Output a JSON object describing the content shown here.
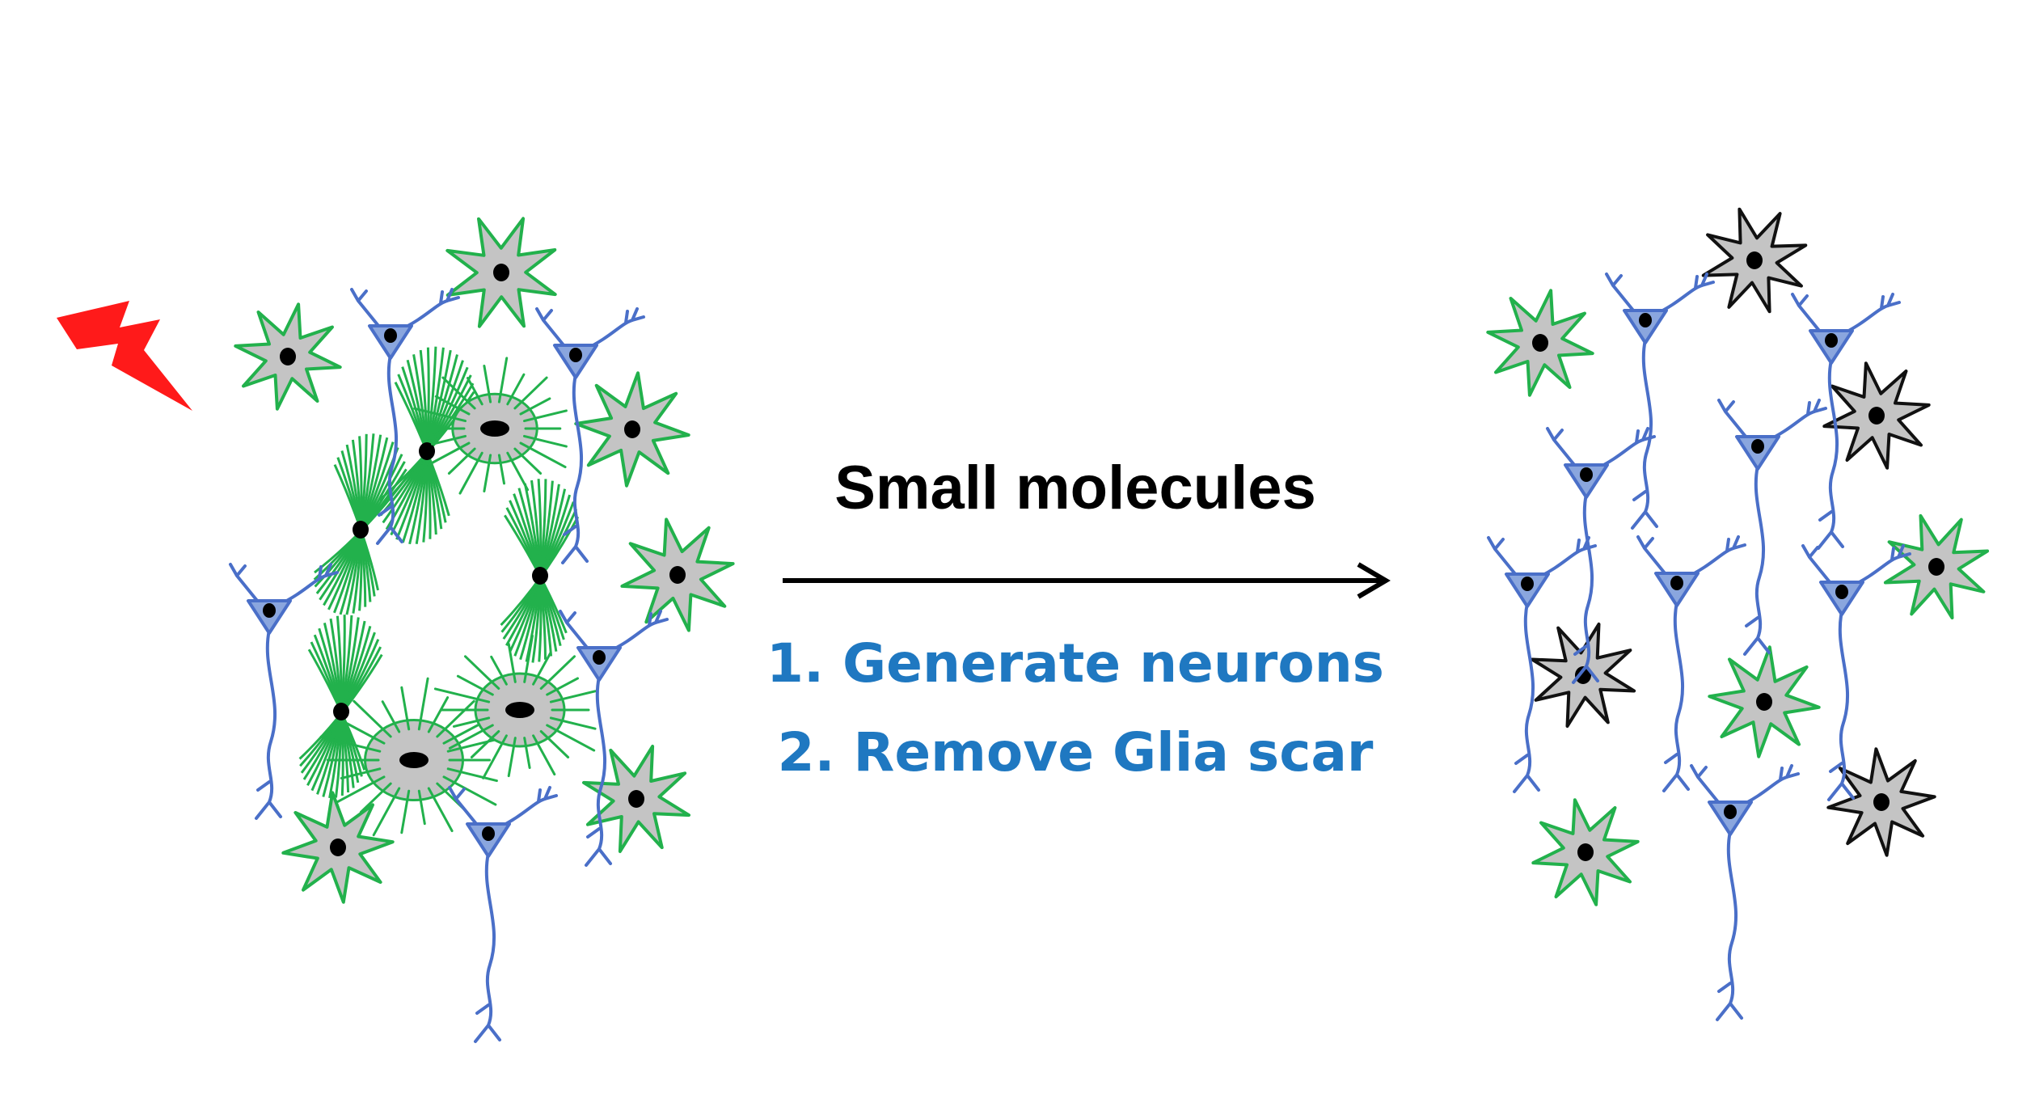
{
  "title": "Small molecules",
  "steps": [
    "1. Generate neurons",
    "2. Remove Glia scar"
  ],
  "colors": {
    "title_text": "#000000",
    "step_text": "#1f78c1",
    "neuron": "#4a6fc8",
    "neuron_body": "#8aa6de",
    "astrocyte_outline": "#22b14c",
    "cell_fill": "#c4c4c4",
    "reactive_glia_outline": "#111111",
    "nucleus": "#000000",
    "injury_bolt": "#ff1a1a",
    "arrow": "#000000"
  },
  "icons": [
    "lightning-bolt-icon",
    "neuron-icon",
    "astrocyte-icon",
    "reactive-astrocyte-icon",
    "glia-scar-icon",
    "microglia-icon",
    "right-arrow-icon"
  ]
}
